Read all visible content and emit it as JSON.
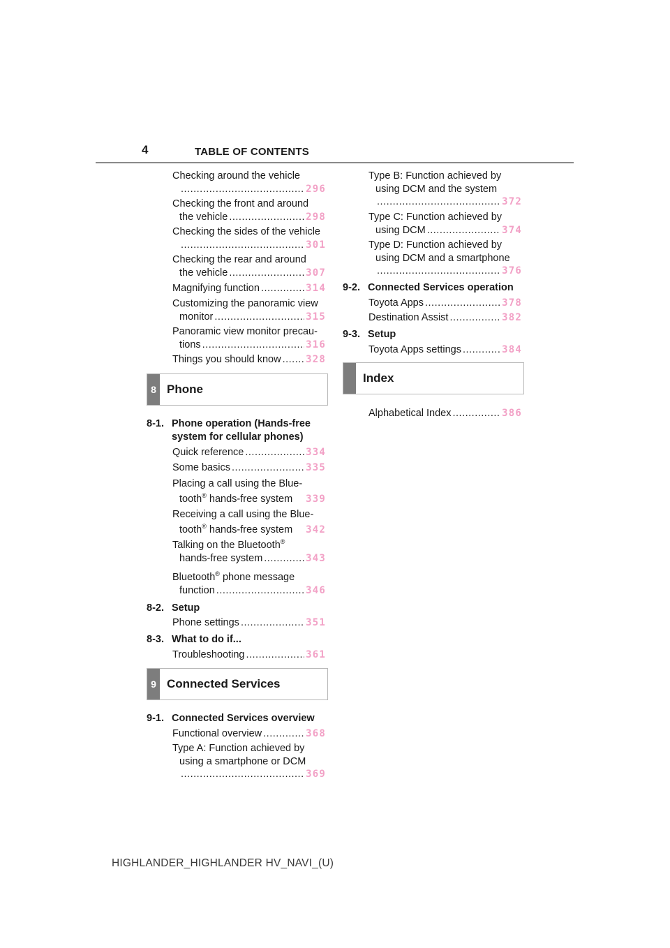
{
  "header": {
    "page_number": "4",
    "title": "TABLE OF CONTENTS"
  },
  "left": {
    "top_entries": [
      {
        "l1": "Checking around the vehicle",
        "l2": "",
        "page": "296"
      },
      {
        "l1": "Checking the front and around",
        "l2": "the vehicle",
        "page": "298"
      },
      {
        "l1": "Checking the sides of the vehicle",
        "l2": "",
        "page": "301"
      },
      {
        "l1": "Checking the rear and around",
        "l2": "the vehicle",
        "page": "307"
      },
      {
        "l1": "Magnifying function",
        "page": "314"
      },
      {
        "l1": "Customizing the panoramic view",
        "l2": "monitor",
        "page": "315"
      },
      {
        "l1": "Panoramic view monitor precau-",
        "l2": "tions",
        "page": "316"
      },
      {
        "l1": "Things you should know",
        "page": "328"
      }
    ],
    "chapter8": {
      "tab": "8",
      "label": "Phone"
    },
    "s81": {
      "num": "8-1.",
      "line1": "Phone operation (Hands-free",
      "line2": "system for cellular phones)"
    },
    "s81_entries": [
      {
        "l1": "Quick reference",
        "page": "334"
      },
      {
        "l1": "Some basics",
        "page": "335"
      },
      {
        "l1": "Placing a call using the Blue-",
        "l2a": "tooth",
        "sup": "®",
        "l2b": " hands-free system",
        "page": "339"
      },
      {
        "l1": "Receiving a call using the Blue-",
        "l2a": "tooth",
        "sup": "®",
        "l2b": " hands-free system",
        "page": "342"
      },
      {
        "l1a": "Talking on the Bluetooth",
        "sup": "®",
        "l2": "hands-free system",
        "page": "343"
      },
      {
        "l1a": "Bluetooth",
        "sup": "®",
        "l1b": " phone message",
        "l2": "function",
        "page": "346"
      }
    ],
    "s82": {
      "num": "8-2.",
      "title": "Setup",
      "entry": "Phone settings",
      "page": "351"
    },
    "s83": {
      "num": "8-3.",
      "title": "What to do if...",
      "entry": "Troubleshooting",
      "page": "361"
    },
    "chapter9": {
      "tab": "9",
      "label": "Connected Services"
    },
    "s91": {
      "num": "9-1.",
      "title": "Connected Services overview"
    },
    "s91_entries": [
      {
        "l1": "Functional overview",
        "page": "368"
      },
      {
        "l1": "Type A: Function achieved by",
        "l2": "using a smartphone or DCM",
        "page": "369"
      }
    ]
  },
  "right": {
    "top_entries": [
      {
        "l1": "Type B: Function achieved by",
        "l2": "using DCM and the system",
        "page": "372"
      },
      {
        "l1": "Type C: Function achieved by",
        "l2": "using DCM",
        "page": "374"
      },
      {
        "l1": "Type D: Function achieved by",
        "l2": "using DCM and a smartphone",
        "page": "376"
      }
    ],
    "s92": {
      "num": "9-2.",
      "title": "Connected Services operation"
    },
    "s92_entries": [
      {
        "l1": "Toyota Apps",
        "page": "378"
      },
      {
        "l1": "Destination Assist",
        "page": "382"
      }
    ],
    "s93": {
      "num": "9-3.",
      "title": "Setup",
      "entry": "Toyota Apps settings",
      "page": "384"
    },
    "index_box": {
      "label": "Index"
    },
    "index_entry": {
      "l1": "Alphabetical Index",
      "page": "386"
    }
  },
  "footer": {
    "text": "HIGHLANDER_HIGHLANDER HV_NAVI_(U)"
  },
  "colors": {
    "page_link": "#f2a1c6",
    "tab_bg": "#7d7d7d",
    "rule": "#8a8a8a"
  }
}
